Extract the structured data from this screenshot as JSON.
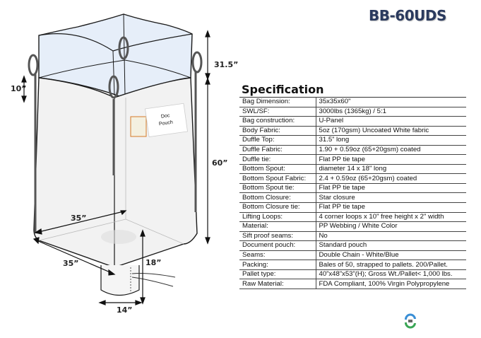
{
  "header": {
    "product_code": "BB-60UDS"
  },
  "diagram": {
    "labels": {
      "duffle_height": "31.5”",
      "loop_height": "10”",
      "body_height": "60”",
      "width_back": "35”",
      "width_front": "35”",
      "spout_height": "18”",
      "spout_diameter": "14”",
      "doc_pouch_line1": "Doc",
      "doc_pouch_line2": "Pouch"
    },
    "colors": {
      "duffle_fill": "#e6eef9",
      "body_fill": "#f2f2f2",
      "outline": "#1a1a1a"
    }
  },
  "specification": {
    "title": "Specification",
    "rows": [
      {
        "label": "Bag Dimension:",
        "value": "35x35x60\""
      },
      {
        "label": "SWL/SF:",
        "value": "3000lbs (1365kg) / 5:1"
      },
      {
        "label": "Bag construction:",
        "value": "U-Panel"
      },
      {
        "label": "Body Fabric:",
        "value": "5oz (170gsm) Uncoated White fabric"
      },
      {
        "label": "Duffle Top:",
        "value": "31.5” long"
      },
      {
        "label": "Duffle Fabric:",
        "value": "1.90 + 0.59oz (65+20gsm) coated"
      },
      {
        "label": "Duffle tie:",
        "value": "Flat PP tie tape"
      },
      {
        "label": "Bottom Spout:",
        "value": "diameter 14 x 18\" long"
      },
      {
        "label": "Bottom Spout Fabric:",
        "value": "2.4 + 0.59oz (65+20gsm) coated"
      },
      {
        "label": "Bottom Spout tie:",
        "value": "Flat PP tie tape"
      },
      {
        "label": "Bottom Closure:",
        "value": "Star closure"
      },
      {
        "label": "Bottom Closure tie:",
        "value": "Flat PP tie tape"
      },
      {
        "label": "Lifting Loops:",
        "value": "4 corner loops x 10\" free height x 2\" width"
      },
      {
        "label": "Material:",
        "value": "PP Webbing / White Color"
      },
      {
        "label": "Sift proof seams:",
        "value": "No"
      },
      {
        "label": "Document pouch:",
        "value": "Standard pouch"
      },
      {
        "label": "Seams:",
        "value": "Double Chain - White/Blue"
      },
      {
        "label": "Packing:",
        "value": "Bales of 50, strapped to pallets. 200/Pallet."
      },
      {
        "label": "Pallet type:",
        "value": "40”x48”x53”(H); Gross Wt./Pallet< 1,000 lbs."
      },
      {
        "label": "Raw Material:",
        "value": "FDA Compliant, 100% Virgin Polypropylene"
      }
    ]
  },
  "logo": {
    "icon": "recycle-logo-icon",
    "colors": [
      "#3a8fd6",
      "#3aa655"
    ]
  }
}
